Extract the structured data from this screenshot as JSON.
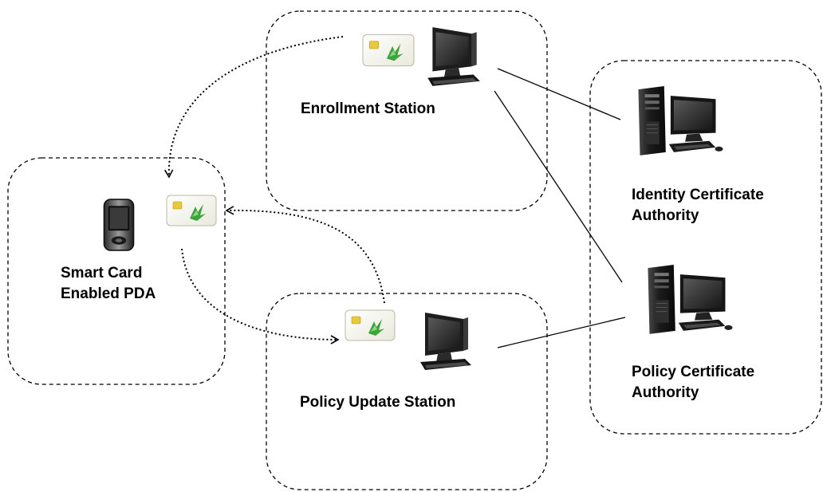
{
  "labels": {
    "enrollment_station": "Enrollment Station",
    "pda_line1": "Smart Card",
    "pda_line2": "Enabled PDA",
    "policy_update_station": "Policy Update Station",
    "identity_ca_line1": "Identity Certificate",
    "identity_ca_line2": "Authority",
    "policy_ca_line1": "Policy Certificate",
    "policy_ca_line2": "Authority"
  },
  "colors": {
    "line": "#000000",
    "card_body": "#f7f7ee",
    "card_chip": "#e8c93a",
    "card_logo": "#3aa63a",
    "monitor_dark": "#1a1a1a",
    "screen": "#2b2b2b"
  },
  "icons": {
    "smart_card": "smart-card-icon",
    "desktop_station": "desktop-terminal-icon",
    "server_tower": "tower-computer-icon",
    "pda": "pda-icon"
  }
}
